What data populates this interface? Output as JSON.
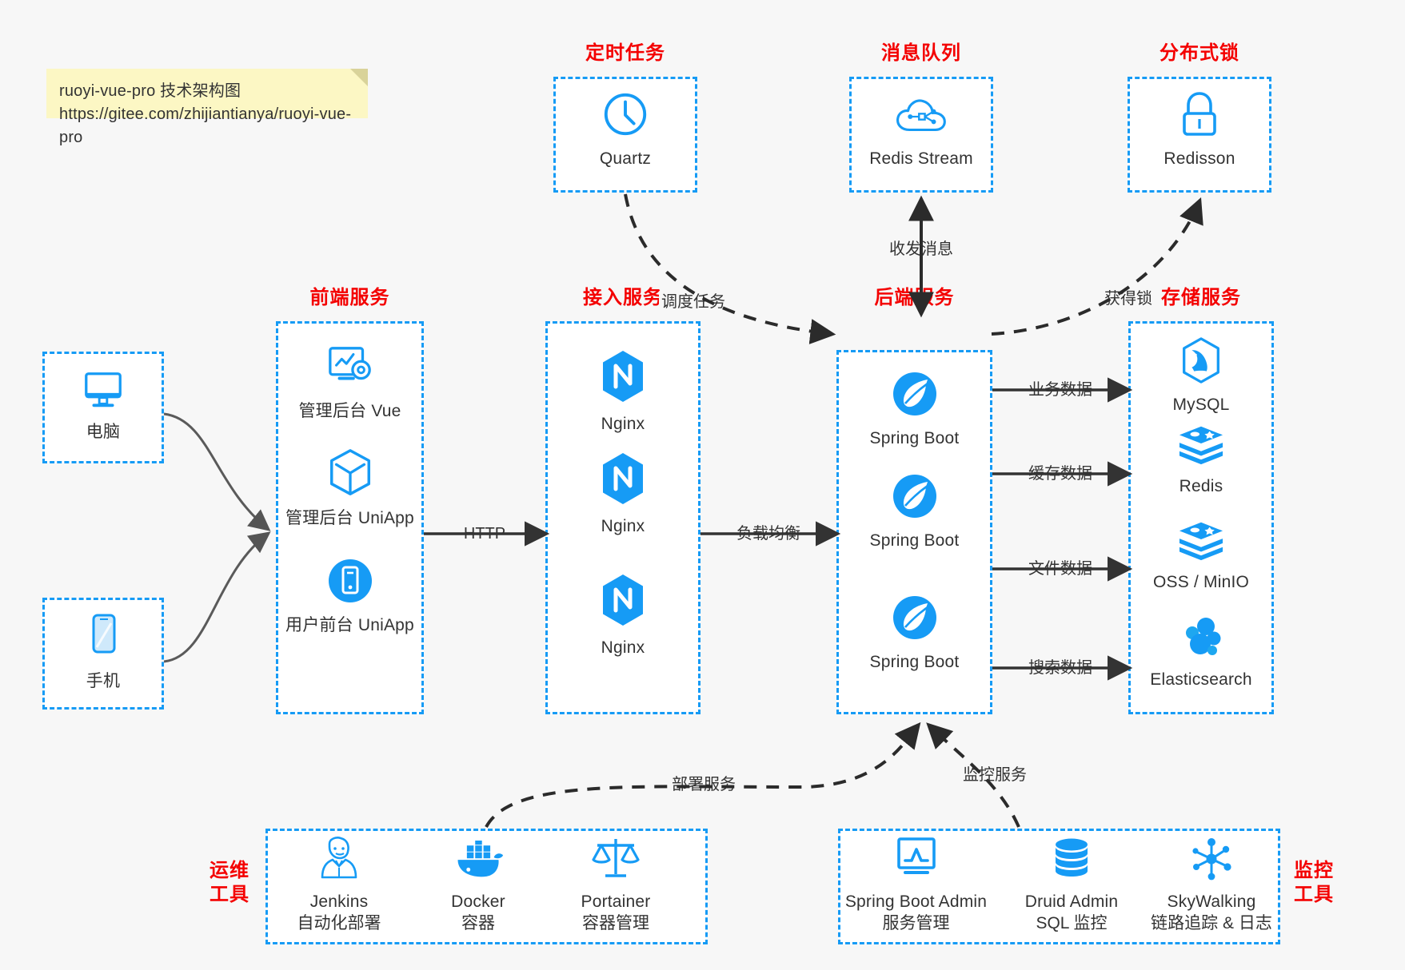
{
  "note": {
    "line1": "ruoyi-vue-pro 技术架构图",
    "line2": "https://gitee.com/zhijiantianya/ruoyi-vue-pro"
  },
  "colors": {
    "accent": "#169bf5",
    "title_red": "#f40000",
    "text": "#333333",
    "background": "#f7f7f7",
    "edge": "#333333",
    "note_bg": "#fcf7c4"
  },
  "groups": {
    "scheduled": {
      "title": "定时任务"
    },
    "mq": {
      "title": "消息队列"
    },
    "lock": {
      "title": "分布式锁"
    },
    "frontend": {
      "title": "前端服务"
    },
    "gateway": {
      "title": "接入服务"
    },
    "backend": {
      "title": "后端服务"
    },
    "storage": {
      "title": "存储服务"
    },
    "devops": {
      "title_line1": "运维",
      "title_line2": "工具"
    },
    "monitor": {
      "title_line1": "监控",
      "title_line2": "工具"
    }
  },
  "clients": [
    {
      "label": "电脑",
      "icon": "desktop-icon"
    },
    {
      "label": "手机",
      "icon": "phone-icon"
    }
  ],
  "scheduled_nodes": [
    {
      "label": "Quartz",
      "icon": "clock-icon"
    }
  ],
  "mq_nodes": [
    {
      "label": "Redis Stream",
      "icon": "cloud-network-icon"
    }
  ],
  "lock_nodes": [
    {
      "label": "Redisson",
      "icon": "lock-icon"
    }
  ],
  "frontend_nodes": [
    {
      "label": "管理后台 Vue",
      "icon": "monitor-gear-icon"
    },
    {
      "label": "管理后台 UniApp",
      "icon": "hexagon-cube-icon"
    },
    {
      "label": "用户前台 UniApp",
      "icon": "mobile-app-icon"
    }
  ],
  "gateway_nodes": [
    {
      "label": "Nginx",
      "icon": "nginx-icon"
    },
    {
      "label": "Nginx",
      "icon": "nginx-icon"
    },
    {
      "label": "Nginx",
      "icon": "nginx-icon"
    }
  ],
  "backend_nodes": [
    {
      "label": "Spring Boot",
      "icon": "spring-boot-icon"
    },
    {
      "label": "Spring Boot",
      "icon": "spring-boot-icon"
    },
    {
      "label": "Spring Boot",
      "icon": "spring-boot-icon"
    }
  ],
  "storage_nodes": [
    {
      "label": "MySQL",
      "icon": "mysql-icon"
    },
    {
      "label": "Redis",
      "icon": "redis-icon"
    },
    {
      "label": "OSS / MinIO",
      "icon": "oss-minio-icon"
    },
    {
      "label": "Elasticsearch",
      "icon": "elasticsearch-icon"
    }
  ],
  "devops_nodes": [
    {
      "label": "Jenkins",
      "sub": "自动化部署",
      "icon": "jenkins-icon"
    },
    {
      "label": "Docker",
      "sub": "容器",
      "icon": "docker-icon"
    },
    {
      "label": "Portainer",
      "sub": "容器管理",
      "icon": "portainer-icon"
    }
  ],
  "monitor_nodes": [
    {
      "label": "Spring Boot Admin",
      "sub": "服务管理",
      "icon": "chart-monitor-icon"
    },
    {
      "label": "Druid Admin",
      "sub": "SQL 监控",
      "icon": "database-icon"
    },
    {
      "label": "SkyWalking",
      "sub": "链路追踪 & 日志",
      "icon": "skywalking-icon"
    }
  ],
  "edge_labels": {
    "http": "HTTP",
    "load_balance": "负载均衡",
    "schedule_task": "调度任务",
    "send_receive_message": "收发消息",
    "acquire_lock": "获得锁",
    "business_data": "业务数据",
    "cache_data": "缓存数据",
    "file_data": "文件数据",
    "search_data": "搜索数据",
    "deploy_service": "部署服务",
    "monitor_service": "监控服务"
  }
}
